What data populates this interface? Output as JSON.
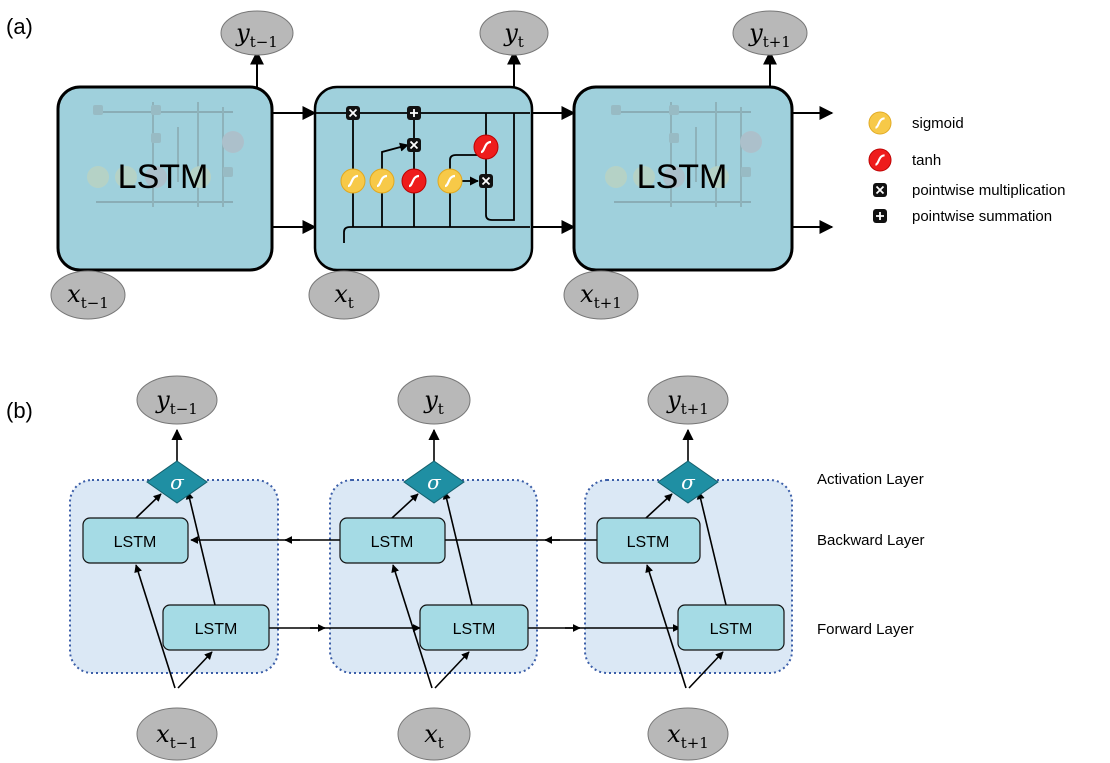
{
  "panel_a": {
    "label": "(a)",
    "cell_label": "LSTM",
    "inputs": [
      "x",
      "x",
      "x"
    ],
    "input_subs": [
      "t−1",
      "t",
      "t+1"
    ],
    "outputs": [
      "y",
      "y",
      "y"
    ],
    "output_subs": [
      "t−1",
      "t",
      "t+1"
    ],
    "legend": {
      "sigmoid": "sigmoid",
      "tanh": "tanh",
      "mult": "pointwise multiplication",
      "sum": "pointwise summation"
    },
    "colors": {
      "cell": "#9fd0dc",
      "sigmoid": "#f7c948",
      "tanh": "#ee1c1c",
      "node": "#b8b8b8"
    }
  },
  "panel_b": {
    "label": "(b)",
    "cell_label": "LSTM",
    "activation_symbol": "σ",
    "inputs": [
      "x",
      "x",
      "x"
    ],
    "input_subs": [
      "t−1",
      "t",
      "t+1"
    ],
    "outputs": [
      "y",
      "y",
      "y"
    ],
    "output_subs": [
      "t−1",
      "t",
      "t+1"
    ],
    "layers": {
      "activation": "Activation Layer",
      "backward": "Backward Layer",
      "forward": "Forward Layer"
    },
    "colors": {
      "group": "#dbe8f5",
      "cell": "#a5dbe5",
      "diamond": "#1f8fa3"
    }
  }
}
